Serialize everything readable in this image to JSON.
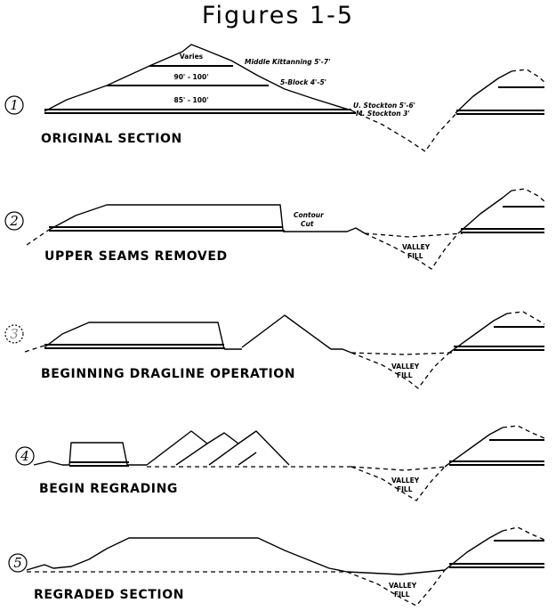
{
  "title": "Figures  1-5",
  "panels": [
    {
      "number": "1",
      "caption": "ORIGINAL SECTION",
      "labels": {
        "varies": "Varies",
        "ft_90_100": "90' - 100'",
        "ft_85_100": "85' - 100'",
        "middle_kittanning": "Middle Kittanning 5'-7'",
        "five_block": "5-Block 4'-5'",
        "u_stockton": "U. Stockton 5'-6'",
        "m_stockton": "M. Stockton 3'"
      }
    },
    {
      "number": "2",
      "caption": "UPPER SEAMS REMOVED",
      "labels": {
        "contour": "Contour",
        "cut": "Cut",
        "valley": "VALLEY",
        "fill": "FILL"
      }
    },
    {
      "number": "3",
      "caption": "BEGINNING DRAGLINE OPERATION",
      "labels": {
        "valley": "VALLEY",
        "fill": "FILL"
      }
    },
    {
      "number": "4",
      "caption": "BEGIN REGRADING",
      "labels": {
        "valley": "VALLEY",
        "fill": "FILL"
      }
    },
    {
      "number": "5",
      "caption": "REGRADED SECTION",
      "labels": {
        "valley": "VALLEY",
        "fill": "FILL"
      }
    }
  ]
}
